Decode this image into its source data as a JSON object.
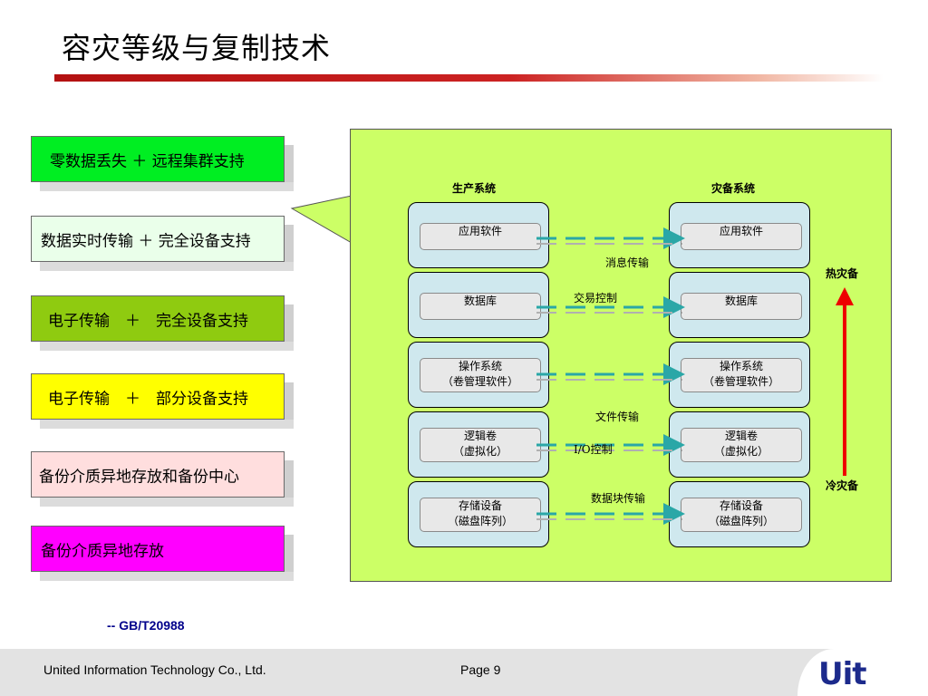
{
  "title": "容灾等级与复制技术",
  "levels": [
    {
      "text": "零数据丢失 ＋ 远程集群支持",
      "color": "#00ee22"
    },
    {
      "text": "数据实时传输 ＋ 完全设备支持",
      "color": "#eaffea"
    },
    {
      "text": "电子传输　＋　完全设备支持",
      "color": "#8fcb10"
    },
    {
      "text": "电子传输　＋　部分设备支持",
      "color": "#ffff00"
    },
    {
      "text": "备份介质异地存放和备份中心",
      "color": "#ffdede"
    },
    {
      "text": "备份介质异地存放",
      "color": "#ff00ff"
    }
  ],
  "diagram": {
    "production_title": "生产系统",
    "backup_title": "灾备系统",
    "layers": [
      {
        "line1": "应用软件",
        "line2": ""
      },
      {
        "line1": "数据库",
        "line2": ""
      },
      {
        "line1": "操作系统",
        "line2": "（卷管理软件）"
      },
      {
        "line1": "逻辑卷",
        "line2": "（虚拟化）"
      },
      {
        "line1": "存储设备",
        "line2": "（磁盘阵列）"
      }
    ],
    "links": {
      "message": "消息传输",
      "transaction": "交易控制",
      "file": "文件传输",
      "io": "I/O控制",
      "block": "数据块传输"
    },
    "hot": "热灾备",
    "cold": "冷灾备",
    "colors": {
      "panel": "#ccff66",
      "arrow": "#ff0000",
      "link": "#2aa7a7"
    }
  },
  "standard": "-- GB/T20988",
  "footer": {
    "company": "United Information Technology Co., Ltd.",
    "page": "Page 9",
    "logo": "Uit"
  }
}
